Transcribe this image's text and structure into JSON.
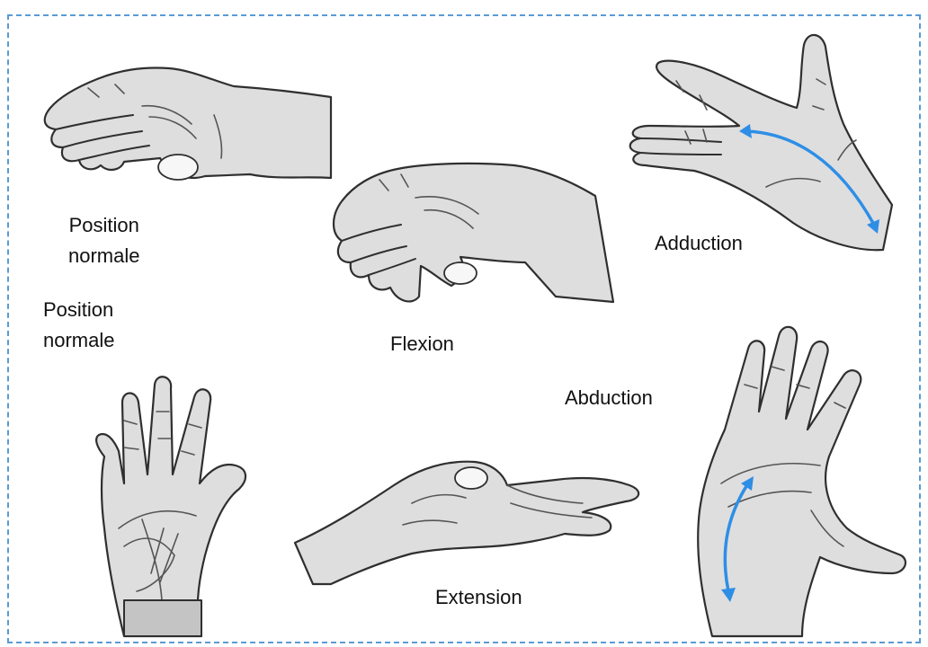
{
  "labels": {
    "position_normale_1": [
      "Position",
      "normale"
    ],
    "position_normale_2": [
      "Position",
      "normale"
    ],
    "flexion": "Flexion",
    "adduction": "Adduction",
    "abduction": "Abduction",
    "extension": "Extension"
  },
  "colors": {
    "frame_border": "#5b9bd5",
    "motion_arrow": "#2e8ee6",
    "skin": "#dedede"
  },
  "icons": [
    "hand-resting-icon",
    "hand-flexion-icon",
    "hand-adduction-icon",
    "hand-open-palm-icon",
    "hand-extension-icon",
    "hand-abduction-icon"
  ]
}
